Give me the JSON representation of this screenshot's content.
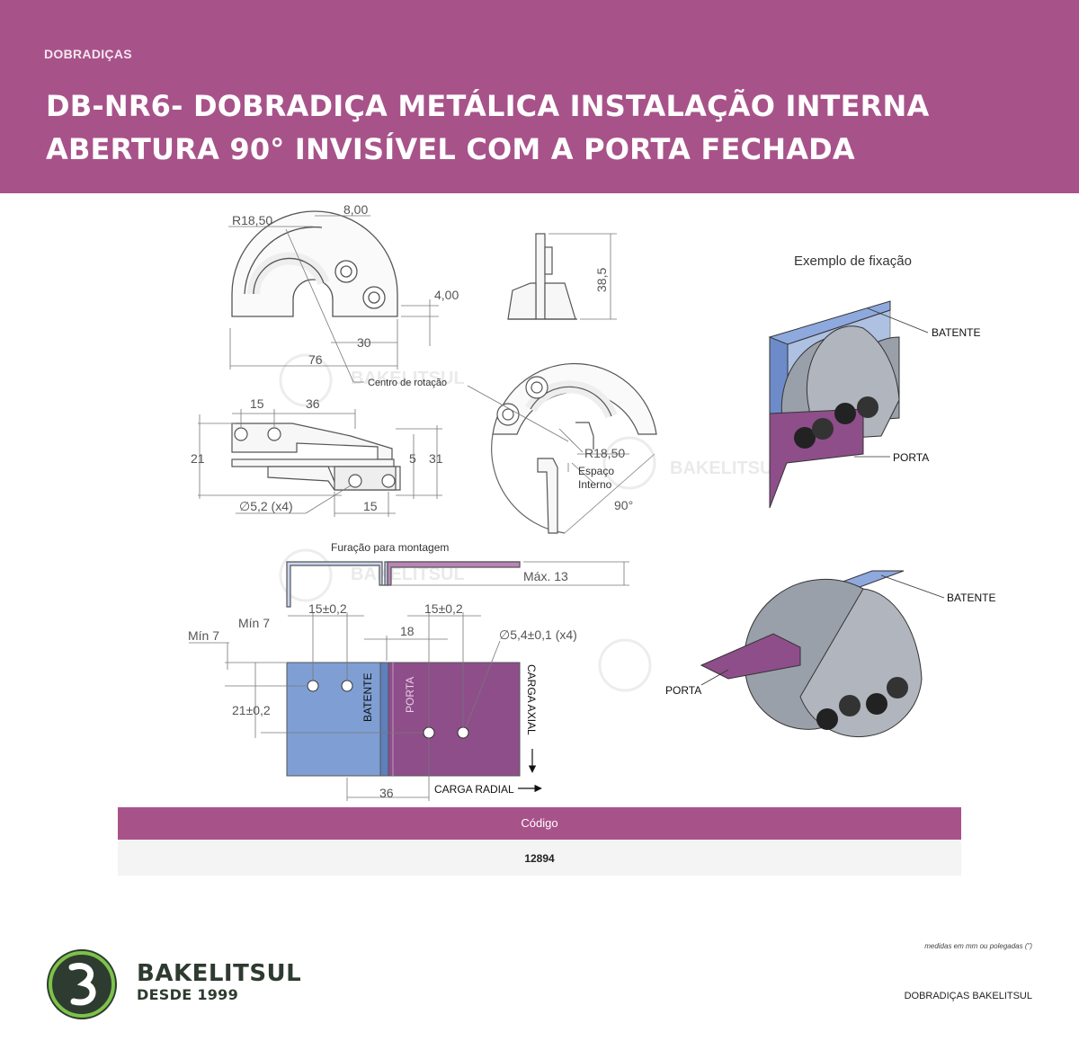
{
  "header": {
    "category": "DOBRADIÇAS",
    "title_line1": "DB-NR6- DOBRADIÇA METÁLICA INSTALAÇÃO INTERNA",
    "title_line2": "ABERTURA 90° INVISÍVEL COM A PORTA FECHADA"
  },
  "drawing": {
    "dims": {
      "r1850_top": "R18,50",
      "d800": "8,00",
      "d400": "4,00",
      "d30": "30",
      "d76": "76",
      "d385": "38,5",
      "d15_top": "15",
      "d36_top": "36",
      "d21": "21",
      "d5": "5",
      "d31": "31",
      "d15_bottom": "15",
      "hole_dia": "∅5,2 (x4)",
      "r1850_side": "R18,50",
      "angle": "90°",
      "rotation_center": "Centro de rotação",
      "inner_space_1": "Espaço",
      "inner_space_2": "Interno"
    },
    "mounting": {
      "title": "Furação para montagem",
      "max13": "Máx. 13",
      "min7_a": "Mín 7",
      "min7_b": "Mín 7",
      "d15_left": "15±0,2",
      "d15_right": "15±0,2",
      "d18": "18",
      "hole_dia2": "∅5,4±0,1 (x4)",
      "d21_tol": "21±0,2",
      "d36": "36",
      "batente": "BATENTE",
      "porta": "PORTA",
      "carga_axial": "CARGA AXIAL",
      "carga_radial": "CARGA RADIAL"
    },
    "example": {
      "title": "Exemplo de fixação",
      "batente_1": "BATENTE",
      "porta_1": "PORTA",
      "batente_2": "BATENTE",
      "porta_2": "PORTA"
    },
    "watermark": "BAKELITSUL"
  },
  "table": {
    "header": "Código",
    "value": "12894"
  },
  "footer": {
    "brand": "BAKELITSUL",
    "since": "DESDE 1999",
    "units_note": "medidas em mm ou polegadas (\")",
    "brand_line": "DOBRADIÇAS BAKELITSUL"
  },
  "colors": {
    "accent": "#a8528a",
    "batente_blue": "#7f9fd4",
    "porta_purple": "#8e4e8a",
    "logo_green": "#2e3b30",
    "logo_ring": "#7dc24a"
  }
}
